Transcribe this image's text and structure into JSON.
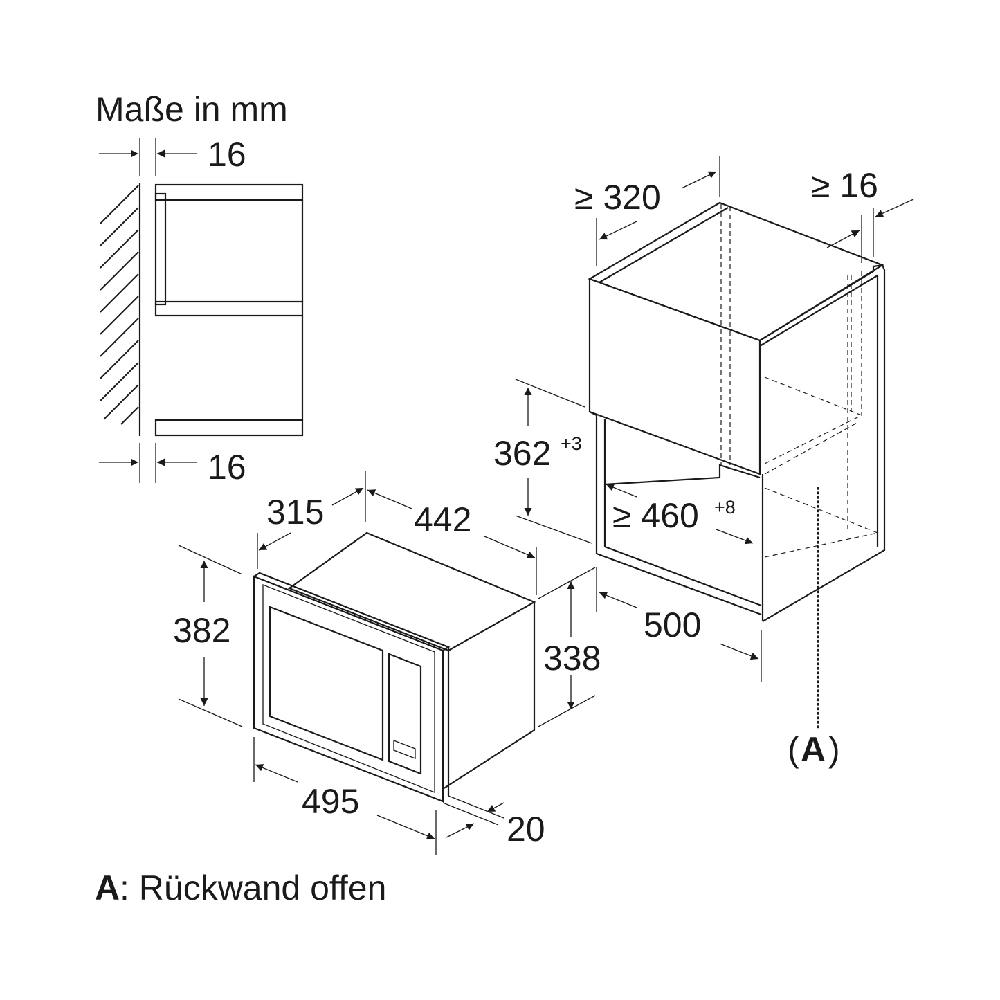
{
  "header": {
    "units_note": "Maße in mm"
  },
  "side_view": {
    "top_gap": "16",
    "bottom_gap": "16"
  },
  "appliance": {
    "depth": "315",
    "width": "442",
    "front_height": "382",
    "body_height": "338",
    "front_width": "495",
    "front_thickness": "20"
  },
  "cabinet": {
    "depth_min": "≥ 320",
    "side_min": "≥ 16",
    "niche_height": "362",
    "niche_height_tol": "+3",
    "niche_width": "≥ 460",
    "niche_width_tol": "+8",
    "niche_depth": "500",
    "marker": "A",
    "marker_open": "(",
    "marker_close": ")"
  },
  "legend": {
    "key": "A",
    "text": ": Rückwand offen"
  }
}
